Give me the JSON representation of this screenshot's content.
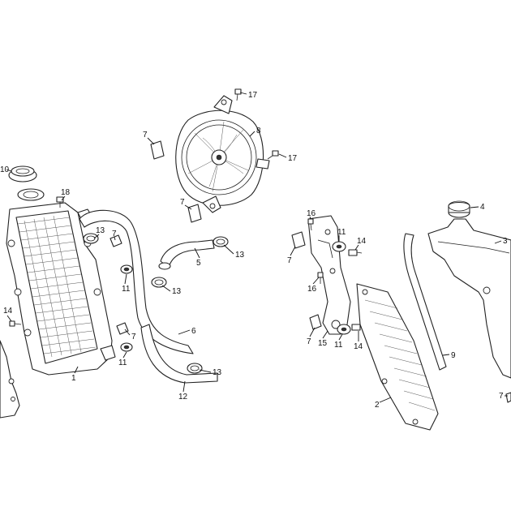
{
  "diagram": {
    "callouts": [
      {
        "id": "c-10",
        "label": "10"
      },
      {
        "id": "c-18",
        "label": "18"
      },
      {
        "id": "c-13a",
        "label": "13"
      },
      {
        "id": "c-7a",
        "label": "7"
      },
      {
        "id": "c-11a",
        "label": "11"
      },
      {
        "id": "c-14a",
        "label": "14"
      },
      {
        "id": "c-7b",
        "label": "7"
      },
      {
        "id": "c-11b",
        "label": "11"
      },
      {
        "id": "c-1",
        "label": "1"
      },
      {
        "id": "c-6",
        "label": "6"
      },
      {
        "id": "c-12",
        "label": "12"
      },
      {
        "id": "c-13b",
        "label": "13"
      },
      {
        "id": "c-5",
        "label": "5"
      },
      {
        "id": "c-13c",
        "label": "13"
      },
      {
        "id": "c-13d",
        "label": "13"
      },
      {
        "id": "c-7c",
        "label": "7"
      },
      {
        "id": "c-7d",
        "label": "7"
      },
      {
        "id": "c-8",
        "label": "8"
      },
      {
        "id": "c-17a",
        "label": "17"
      },
      {
        "id": "c-17b",
        "label": "17"
      },
      {
        "id": "c-16a",
        "label": "16"
      },
      {
        "id": "c-7e",
        "label": "7"
      },
      {
        "id": "c-11c",
        "label": "11"
      },
      {
        "id": "c-14b",
        "label": "14"
      },
      {
        "id": "c-16b",
        "label": "16"
      },
      {
        "id": "c-7f",
        "label": "7"
      },
      {
        "id": "c-15",
        "label": "15"
      },
      {
        "id": "c-11d",
        "label": "11"
      },
      {
        "id": "c-14c",
        "label": "14"
      },
      {
        "id": "c-9",
        "label": "9"
      },
      {
        "id": "c-2",
        "label": "2"
      },
      {
        "id": "c-4",
        "label": "4"
      },
      {
        "id": "c-3",
        "label": "3"
      },
      {
        "id": "c-7g",
        "label": "7"
      }
    ]
  }
}
